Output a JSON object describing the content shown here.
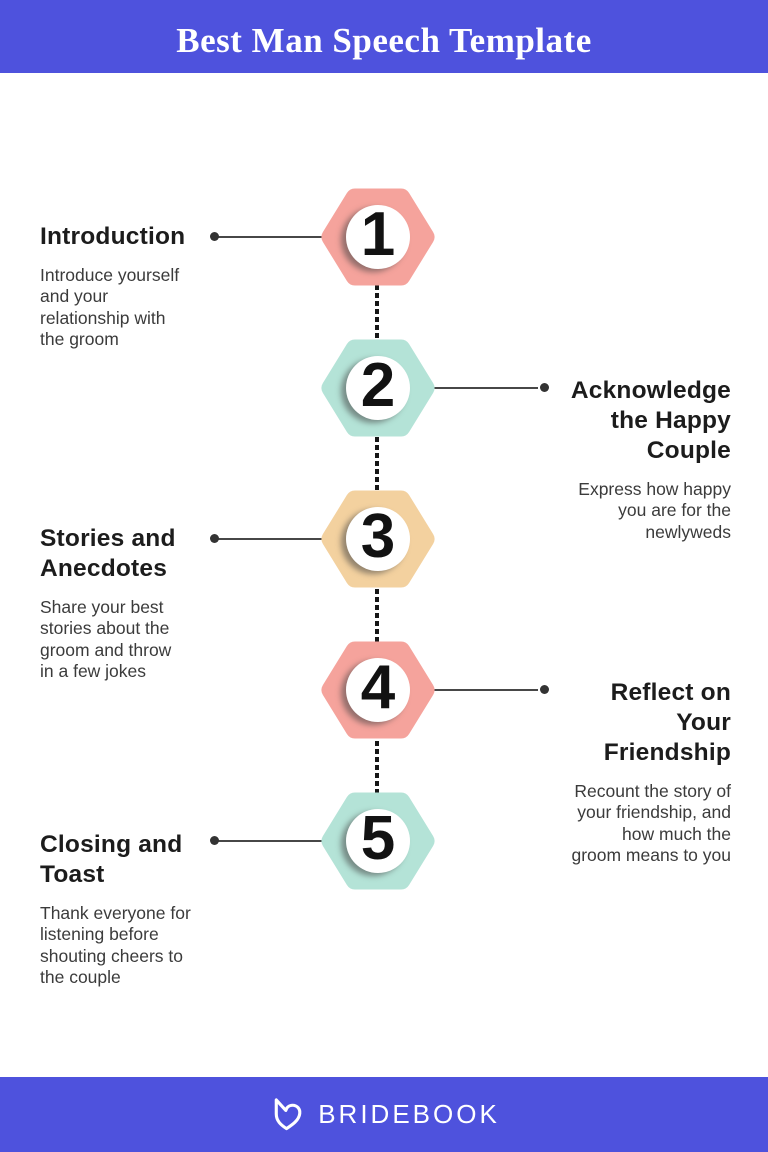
{
  "header": {
    "title": "Best Man Speech Template",
    "background": "#4e52dd",
    "text_color": "#ffffff"
  },
  "footer": {
    "brand": "BRIDEBOOK",
    "logo_icon": "bridebook-heart-icon",
    "background": "#4e52dd",
    "text_color": "#ffffff"
  },
  "timeline": {
    "trail_color": "#161616",
    "connector_color": "#474747",
    "number_text_color": "#121212",
    "steps": [
      {
        "number": "1",
        "title": "Introduction",
        "description": "Introduce yourself\nand your\nrelationship with\nthe groom",
        "side": "left",
        "hex_color": "#f5a39c"
      },
      {
        "number": "2",
        "title": "Acknowledge\nthe Happy\nCouple",
        "description": "Express how happy\nyou are for the\nnewlyweds",
        "side": "right",
        "hex_color": "#b4e3d7"
      },
      {
        "number": "3",
        "title": "Stories and\nAnecdotes",
        "description": "Share your best\nstories about the\ngroom and throw\nin a few jokes",
        "side": "left",
        "hex_color": "#f3d19f"
      },
      {
        "number": "4",
        "title": "Reflect on\nYour\nFriendship",
        "description": "Recount the story of\nyour friendship, and\nhow much the\ngroom means to you",
        "side": "right",
        "hex_color": "#f5a39c"
      },
      {
        "number": "5",
        "title": "Closing and\nToast",
        "description": "Thank everyone for\nlistening before\nshouting cheers to\nthe couple",
        "side": "left",
        "hex_color": "#b4e3d7"
      }
    ]
  }
}
